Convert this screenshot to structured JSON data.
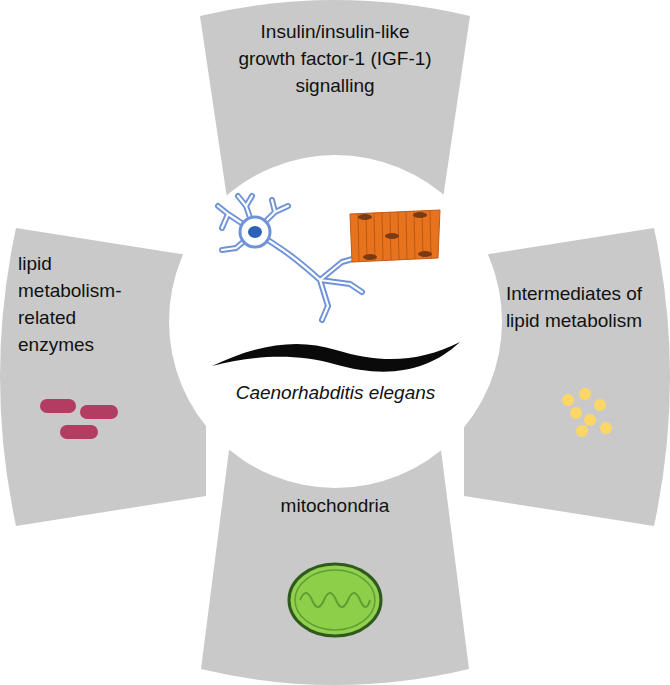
{
  "diagram": {
    "nodes": [
      {
        "text": [
          "Insulin/insulin-like growth factor-1 (IGF-1) signalling"
        ]
      },
      {
        "text": [
          "lipid metabolism-related enzymes"
        ]
      },
      {
        "text": [
          "Caenorhabditis elegans"
        ]
      },
      {
        "text": [
          "Intermediates of lipid metabolism"
        ]
      },
      {
        "text": [
          "mitochondria"
        ]
      }
    ]
  }
}
